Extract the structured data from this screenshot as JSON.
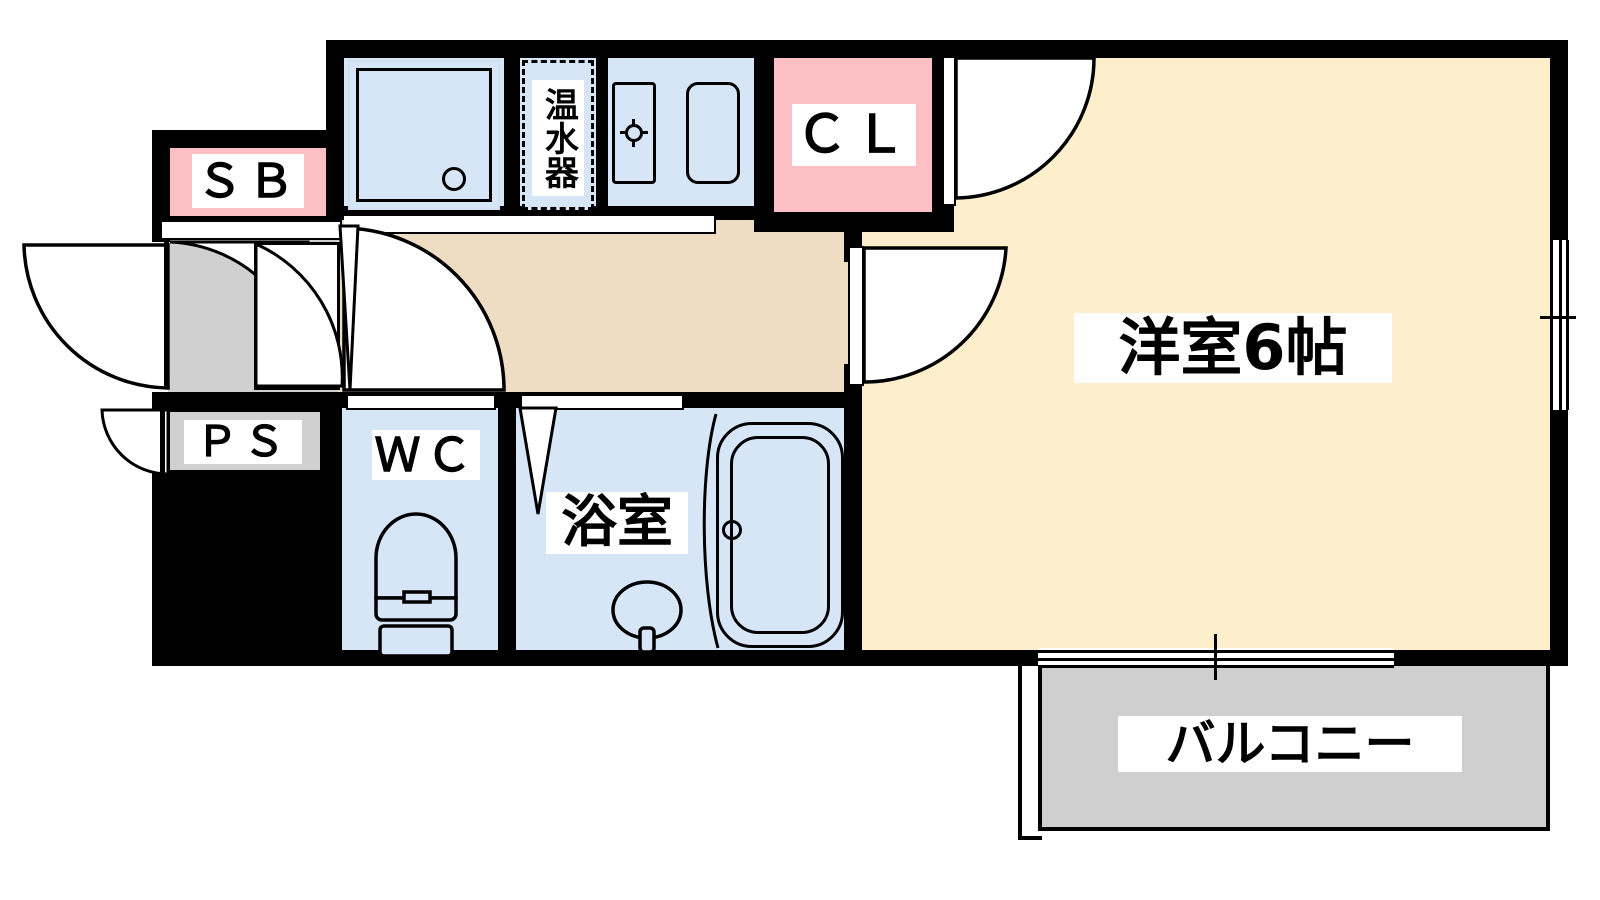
{
  "plan": {
    "type": "japanese-apartment-floor-plan",
    "unit_layout": "1K",
    "rooms": [
      {
        "id": "main-room",
        "label": "洋室6帖",
        "kind": "western-room",
        "size_tatami": 6,
        "fill": "#FDEFCC"
      },
      {
        "id": "balcony",
        "label": "バルコニー",
        "kind": "balcony",
        "fill": "#D0D0D0"
      },
      {
        "id": "bathroom",
        "label": "浴室",
        "kind": "bathroom",
        "fill": "#D6E6F7"
      },
      {
        "id": "toilet",
        "label": "ＷＣ",
        "kind": "toilet",
        "fill": "#D6E6F7"
      },
      {
        "id": "closet",
        "label": "ＣＬ",
        "kind": "closet",
        "fill": "#FBBFC4"
      },
      {
        "id": "shoe-box",
        "label": "ＳＢ",
        "kind": "shoe-box",
        "fill": "#FBBFC4"
      },
      {
        "id": "pipe-space",
        "label": "ＰＳ",
        "kind": "pipe-space",
        "fill": "#D0D0D0"
      },
      {
        "id": "water-heater",
        "label": "温水器",
        "kind": "water-heater",
        "fill": "#D6E6F7"
      },
      {
        "id": "hallway",
        "label": "",
        "kind": "corridor",
        "fill": "#EEDCC3"
      },
      {
        "id": "entrance",
        "label": "",
        "kind": "genkan",
        "fill": "#D0D0D0"
      }
    ],
    "fixtures": [
      {
        "id": "washer-pan",
        "name": "washing-machine-pan"
      },
      {
        "id": "kitchen-unit",
        "name": "kitchen-sink-and-stove"
      },
      {
        "id": "bathtub",
        "name": "bathtub"
      },
      {
        "id": "wash-basin",
        "name": "wash-basin"
      },
      {
        "id": "toilet-bowl",
        "name": "toilet-bowl"
      }
    ],
    "colors": {
      "room": "#FDEFCC",
      "hallway": "#EEDCC3",
      "water": "#D6E6F7",
      "pink": "#FBBFC4",
      "gray": "#D0D0D0",
      "wall": "#000000",
      "background": "#FFFFFF"
    },
    "labels": {
      "main_room": "洋室6帖",
      "balcony": "バルコニー",
      "bathroom": "浴室",
      "toilet": "ＷＣ",
      "closet": "ＣＬ",
      "shoe_box": "ＳＢ",
      "pipe_space": "ＰＳ",
      "water_heater": "温水器"
    }
  }
}
